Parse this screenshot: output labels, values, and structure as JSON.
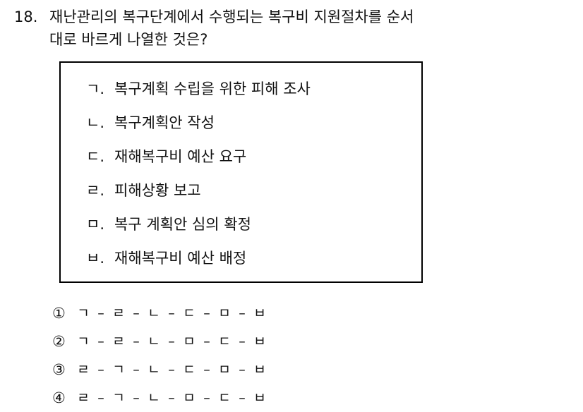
{
  "question": {
    "number": "18.",
    "line1": "재난관리의 복구단계에서 수행되는 복구비 지원절차를 순서",
    "line2": "대로 바르게 나열한 것은?"
  },
  "box": {
    "items": [
      {
        "marker": "ㄱ.",
        "text": "복구계획 수립을 위한 피해 조사"
      },
      {
        "marker": "ㄴ.",
        "text": "복구계획안 작성"
      },
      {
        "marker": "ㄷ.",
        "text": "재해복구비 예산 요구"
      },
      {
        "marker": "ㄹ.",
        "text": "피해상황 보고"
      },
      {
        "marker": "ㅁ.",
        "text": "복구 계획안 심의 확정"
      },
      {
        "marker": "ㅂ.",
        "text": "재해복구비 예산 배정"
      }
    ]
  },
  "choices": [
    {
      "number": "①",
      "sequence": [
        "ㄱ",
        "ㄹ",
        "ㄴ",
        "ㄷ",
        "ㅁ",
        "ㅂ"
      ]
    },
    {
      "number": "②",
      "sequence": [
        "ㄱ",
        "ㄹ",
        "ㄴ",
        "ㅁ",
        "ㄷ",
        "ㅂ"
      ]
    },
    {
      "number": "③",
      "sequence": [
        "ㄹ",
        "ㄱ",
        "ㄴ",
        "ㄷ",
        "ㅁ",
        "ㅂ"
      ]
    },
    {
      "number": "④",
      "sequence": [
        "ㄹ",
        "ㄱ",
        "ㄴ",
        "ㅁ",
        "ㄷ",
        "ㅂ"
      ]
    }
  ],
  "separator": "–"
}
